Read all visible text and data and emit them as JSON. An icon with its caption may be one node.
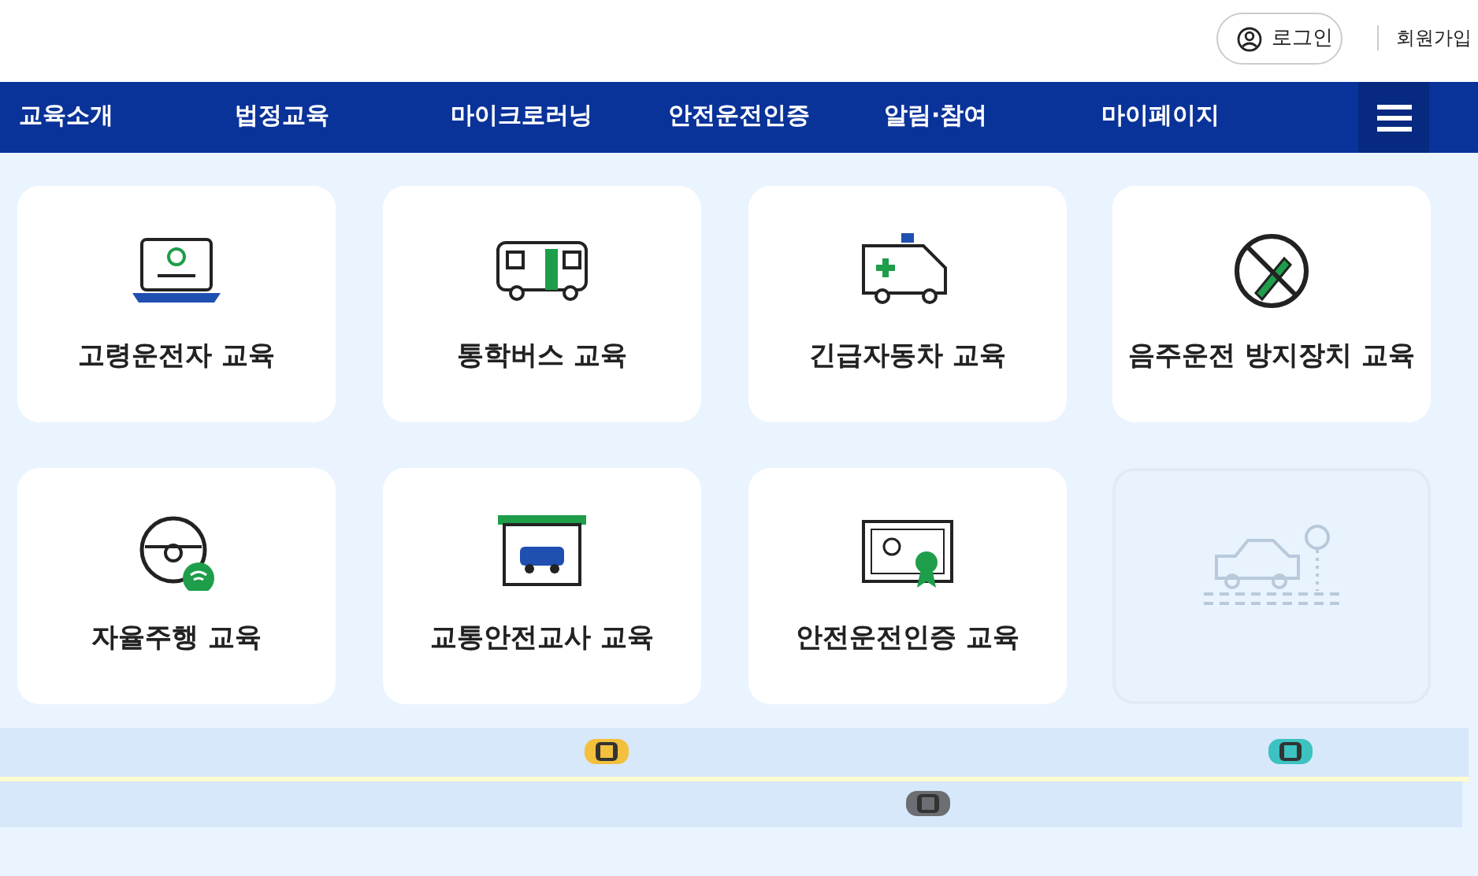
{
  "diagram": {
    "nodes": [
      {
        "text": [
          "고령운전자 교육"
        ]
      },
      {
        "text": [
          "통학버스 교육"
        ]
      },
      {
        "text": [
          "긴급자동차 교육"
        ]
      },
      {
        "text": [
          "음주운전 방지장치 교육"
        ]
      },
      {
        "text": [
          "자율주행 교육"
        ]
      },
      {
        "text": [
          "교통안전교사 교육"
        ]
      },
      {
        "text": [
          "안전운전인증 교육"
        ]
      },
      {
        "text": [],
        "shape": "picture"
      }
    ],
    "labels": [
      "로그인",
      "회원가입",
      "교육소개",
      "법정교육",
      "마이크로러닝",
      "안전운전인증",
      "알림·참여",
      "마이페이지"
    ]
  }
}
